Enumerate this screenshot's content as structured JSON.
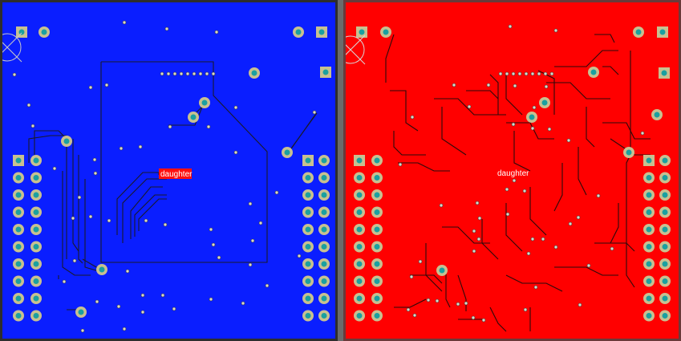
{
  "views": [
    {
      "id": "top-layer",
      "layer_color": "#0a1eff",
      "label_bg": "#ff1010",
      "label_text": "daughter"
    },
    {
      "id": "bottom-layer",
      "layer_color": "#ff0000",
      "label_bg": "",
      "label_text": "daughter"
    }
  ],
  "colors": {
    "trace": "#1a1a2a",
    "pad_copper": "#c8c090",
    "pad_hole": "#1aa0a0",
    "via_fill": "#d8d8c8",
    "outline": "#3a3a3a",
    "bg": "#5a5a5a"
  },
  "icons": {
    "mounting_crosshair": "crosshair-circle-icon"
  }
}
